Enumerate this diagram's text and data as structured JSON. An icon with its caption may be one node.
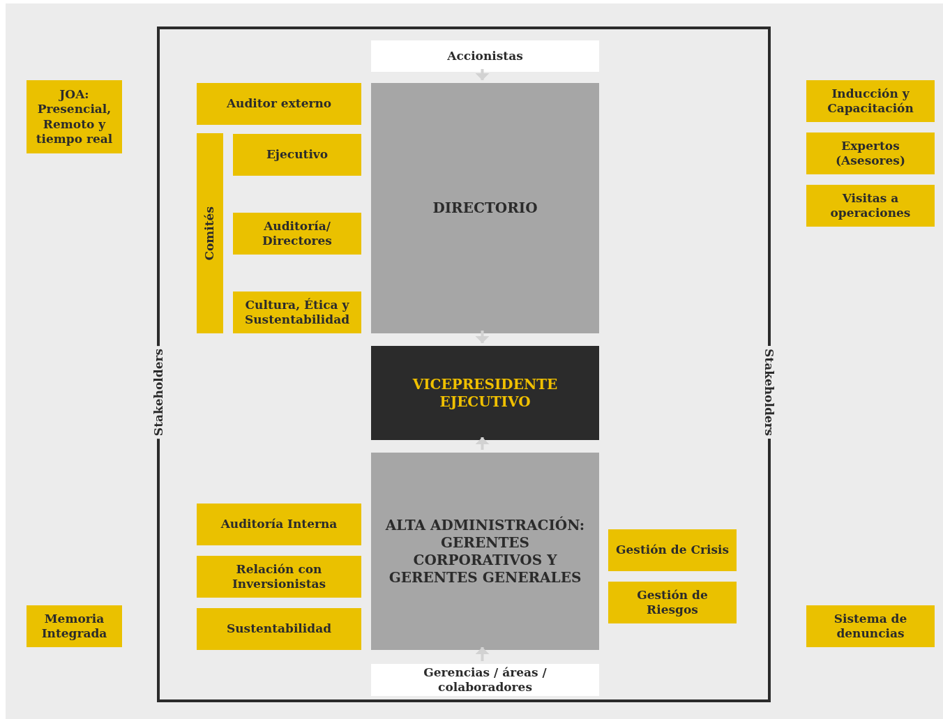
{
  "diagram": {
    "nodes": [
      {
        "text": [
          "Stakeholders",
          "Stakeholders"
        ]
      },
      {
        "text": [
          "Accionistas"
        ],
        "in": 0
      },
      {
        "text": [
          "Auditor externo"
        ],
        "in": 0
      },
      {
        "text": [
          "Comités"
        ],
        "in": 0
      },
      {
        "text": [
          "Ejecutivo"
        ],
        "in": 0
      },
      {
        "text": [
          "Auditoría/ Directores"
        ],
        "in": 0
      },
      {
        "text": [
          "Cultura, Ética y Sustentabilidad"
        ],
        "in": 0
      },
      {
        "text": [
          "DIRECTORIO"
        ],
        "in": 0
      },
      {
        "text": [
          "VICEPRESIDENTE EJECUTIVO"
        ],
        "in": 0
      },
      {
        "text": [
          "ALTA ADMINISTRACIÓN: GERENTES CORPORATIVOS Y GERENTES GENERALES"
        ],
        "in": 0
      },
      {
        "text": [
          "Auditoría Interna"
        ],
        "in": 0
      },
      {
        "text": [
          "Relación con Inversionistas"
        ],
        "in": 0
      },
      {
        "text": [
          "Sustentabilidad"
        ],
        "in": 0
      },
      {
        "text": [
          "Gestión de Crisis"
        ],
        "in": 0
      },
      {
        "text": [
          "Gestión de Riesgos"
        ],
        "in": 0
      },
      {
        "text": [
          "Gerencias / áreas / colaboradores"
        ],
        "in": 0
      },
      {
        "text": [
          "JOA: Presencial, Remoto y tiempo real"
        ]
      },
      {
        "text": [
          "Memoria Integrada"
        ]
      },
      {
        "text": [
          "Inducción y Capacitación"
        ]
      },
      {
        "text": [
          "Expertos (Asesores)"
        ]
      },
      {
        "text": [
          "Visitas a operaciones"
        ]
      },
      {
        "text": [
          "Sistema de denuncias"
        ]
      }
    ],
    "edges": [
      {
        "from": 1,
        "to": 7,
        "arrow": "to"
      },
      {
        "from": 7,
        "to": 8,
        "arrow": "to"
      },
      {
        "from": 15,
        "to": 9,
        "arrow": "to"
      },
      {
        "from": 9,
        "to": 8,
        "arrow": "to"
      }
    ]
  }
}
